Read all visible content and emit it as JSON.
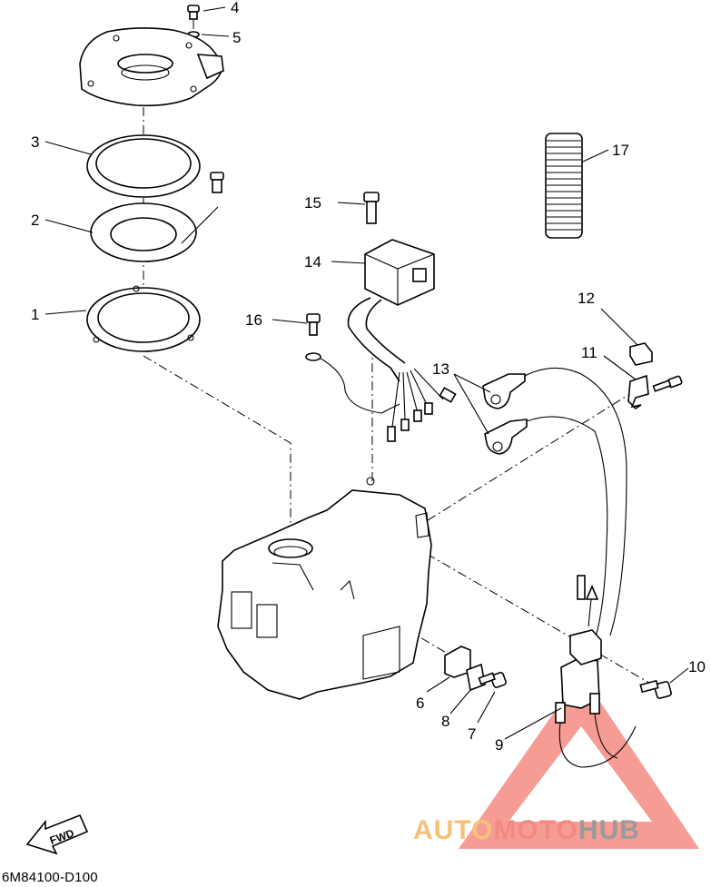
{
  "diagram": {
    "drawing_code": "6M84100-D100",
    "fwd_label": "FWD",
    "callouts": [
      {
        "id": "1",
        "text": "1"
      },
      {
        "id": "2",
        "text": "2"
      },
      {
        "id": "3",
        "text": "3"
      },
      {
        "id": "4",
        "text": "4"
      },
      {
        "id": "5",
        "text": "5"
      },
      {
        "id": "6",
        "text": "6"
      },
      {
        "id": "7",
        "text": "7"
      },
      {
        "id": "8",
        "text": "8"
      },
      {
        "id": "9",
        "text": "9"
      },
      {
        "id": "10",
        "text": "10"
      },
      {
        "id": "11",
        "text": "11"
      },
      {
        "id": "12",
        "text": "12"
      },
      {
        "id": "13",
        "text": "13"
      },
      {
        "id": "14",
        "text": "14"
      },
      {
        "id": "15",
        "text": "15"
      },
      {
        "id": "16",
        "text": "16"
      },
      {
        "id": "17",
        "text": "17"
      }
    ]
  },
  "watermark": {
    "part1": "AUTO",
    "part2": "MOTO",
    "part3": "HUB",
    "colors": {
      "auto": "#f4c27a",
      "moto": "#f08a82",
      "hub": "#9a9a9a",
      "triangle": "#f05a4f"
    }
  }
}
